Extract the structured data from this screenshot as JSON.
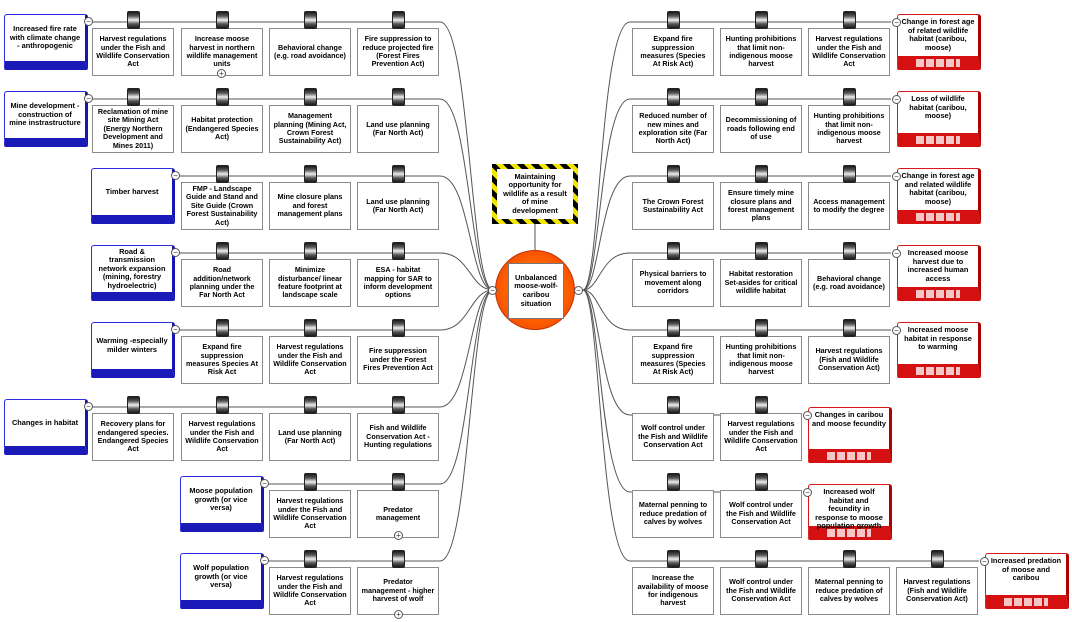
{
  "hazard": {
    "label": "Maintaining opportunity for wildlife as a result of mine development"
  },
  "top_event": {
    "label": "Unbalanced moose-wolf-caribou situation"
  },
  "threats": [
    {
      "label": "Increased fire rate with climate change - anthropogenic",
      "barriers": [
        "Harvest regulations under the Fish and Wildlife Conservation Act",
        "Increase moose harvest in northern wildlife management units",
        "Behavioral change (e.g. road avoidance)",
        "Fire suppression to reduce projected fire (Forest Fires Prevention Act)"
      ]
    },
    {
      "label": "Mine development - construction of mine instrastructure",
      "barriers": [
        "Reclamation of mine site Mining Act (Energy Northern Development and Mines 2011)",
        "Habitat protection (Endangered Species Act)",
        "Management planning (Mining Act, Crown Forest Sustainability Act)",
        "Land use planning (Far North Act)"
      ]
    },
    {
      "label": "Timber harvest",
      "barriers": [
        "FMP - Landscape Guide and Stand and Site Guide (Crown Forest Sustainability Act)",
        "Mine closure plans and forest management plans",
        "Land use planning (Far North Act)"
      ]
    },
    {
      "label": "Road & transmission network expansion (mining, forestry hydroelectric)",
      "barriers": [
        "Road addition/network planning under the Far North Act",
        "Minimize disturbance/ linear feature footprint at landscape scale",
        "ESA - habitat mapping for SAR to inform development options"
      ]
    },
    {
      "label": "Warming -especially milder winters",
      "barriers": [
        "Expand fire suppression measures Species At Risk Act",
        "Harvest regulations under the Fish and Wildlife Conservation Act",
        "Fire suppression under the Forest Fires Prevention Act"
      ]
    },
    {
      "label": "Changes in habitat",
      "barriers": [
        "Recovery plans for endangered species. Endangered Species Act",
        "Harvest regulations under the Fish and Wildlife Conservation Act",
        "Land use planning (Far North Act)",
        "Fish and Wildlife Conservation Act - Hunting regulations"
      ]
    },
    {
      "label": "Moose population growth (or vice versa)",
      "barriers": [
        "Harvest regulations under the Fish and Wildlife Conservation Act",
        "Predator management"
      ]
    },
    {
      "label": "Wolf population growth (or vice versa)",
      "barriers": [
        "Harvest regulations under the Fish and Wildlife Conservation Act",
        "Predator management - higher harvest of wolf"
      ]
    }
  ],
  "consequences": [
    {
      "label": "Change in forest age of related wildlife habitat (caribou, moose)",
      "barriers": [
        "Expand fire suppression measures (Species At Risk Act)",
        "Hunting prohibitions that limit non-indigenous moose harvest",
        "Harvest regulations under the Fish and Wildlife Conservation Act"
      ]
    },
    {
      "label": "Loss of wildlife habitat (caribou, moose)",
      "barriers": [
        "Reduced number of new mines and exploration site (Far North Act)",
        "Decommissioning of roads following end of use",
        "Hunting prohibitions that limit non-indigenous moose harvest"
      ]
    },
    {
      "label": "Change in forest age and related wildlife habitat (caribou, moose)",
      "barriers": [
        "The Crown Forest Sustainability Act",
        "Ensure timely mine closure plans and forest management plans",
        "Access management to modify the degree"
      ]
    },
    {
      "label": "Increased moose harvest due to increased human access",
      "barriers": [
        "Physical barriers to movement along corridors",
        "Habitat restoration Set-asides for critical wildlife habitat",
        "Behavioral change (e.g. road avoidance)"
      ]
    },
    {
      "label": "Increased moose habitat in response to warming",
      "barriers": [
        "Expand fire suppression measures (Species At Risk Act)",
        "Hunting prohibitions that limit non-indigenous moose harvest",
        "Harvest regulations (Fish and Wildlife Conservation Act)"
      ]
    },
    {
      "label": "Changes in caribou and moose fecundity",
      "barriers": [
        "Wolf control under the Fish and Wildlife Conservation Act",
        "Harvest regulations under the Fish and Wildlife Conservation Act"
      ]
    },
    {
      "label": "Increased wolf habitat and fecundity in response to moose population growth",
      "barriers": [
        "Maternal penning to reduce predation of calves by wolves",
        "Wolf control under the Fish and Wildlife Conservation Act"
      ]
    },
    {
      "label": "Increased predation of moose and caribou",
      "barriers": [
        "Increase the availability of moose for indigenous harvest",
        "Wolf control under the Fish and Wildlife Conservation Act",
        "Maternal penning to reduce predation of calves by wolves",
        "Harvest regulations (Fish and Wildlife Conservation Act)"
      ]
    }
  ]
}
